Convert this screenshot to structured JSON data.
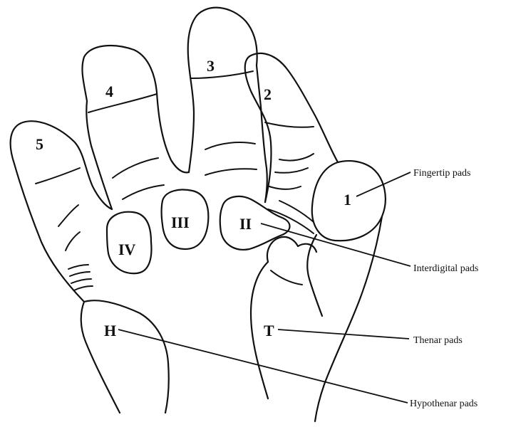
{
  "diagram": {
    "digit_labels": [
      "1",
      "2",
      "3",
      "4",
      "5"
    ],
    "pad_labels": {
      "interdigital_2": "II",
      "interdigital_3": "III",
      "interdigital_4": "IV",
      "hypothenar": "H",
      "thenar": "T"
    },
    "callouts": {
      "fingertip": "Fingertip pads",
      "interdigital": "Interdigital pads",
      "thenar": "Thenar pads",
      "hypothenar": "Hypothenar pads"
    },
    "colors": {
      "ink": "#111111",
      "background": "#ffffff"
    }
  }
}
